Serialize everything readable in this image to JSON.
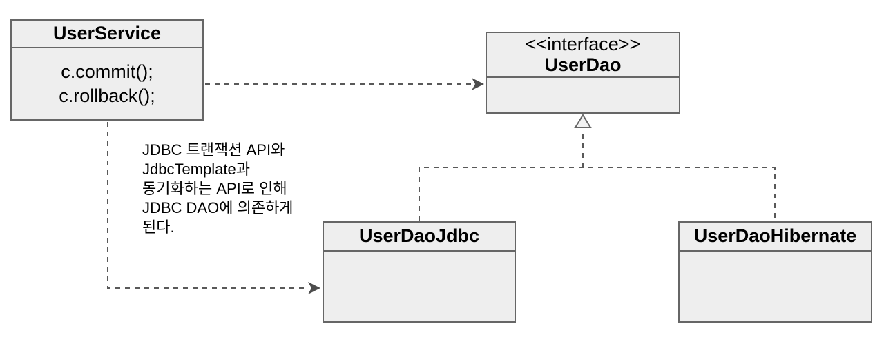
{
  "diagram": {
    "classes": {
      "user_service": {
        "title": "UserService",
        "body": "c.commit();\nc.rollback();"
      },
      "user_dao": {
        "stereotype": "<<interface>>",
        "title": "UserDao",
        "body": ""
      },
      "user_dao_jdbc": {
        "title": "UserDaoJdbc",
        "body": ""
      },
      "user_dao_hibernate": {
        "title": "UserDaoHibernate",
        "body": ""
      }
    },
    "note": {
      "text": "JDBC 트랜잭션 API와\nJdbcTemplate과\n동기화하는 API로 인해\nJDBC DAO에 의존하게\n된다."
    },
    "relations": [
      {
        "type": "dependency",
        "from": "UserService",
        "to": "UserDao",
        "line": "dashed",
        "arrowhead": "open"
      },
      {
        "type": "dependency",
        "from": "UserService",
        "to": "UserDaoJdbc",
        "line": "dashed",
        "arrowhead": "open"
      },
      {
        "type": "realization",
        "from": "UserDaoJdbc",
        "to": "UserDao",
        "line": "dashed",
        "arrowhead": "hollow-triangle"
      },
      {
        "type": "realization",
        "from": "UserDaoHibernate",
        "to": "UserDao",
        "line": "dashed",
        "arrowhead": "hollow-triangle"
      }
    ],
    "colors": {
      "box_fill": "#eeeeee",
      "box_border": "#666666",
      "connector": "#595959",
      "text": "#000000",
      "background": "#ffffff"
    }
  }
}
